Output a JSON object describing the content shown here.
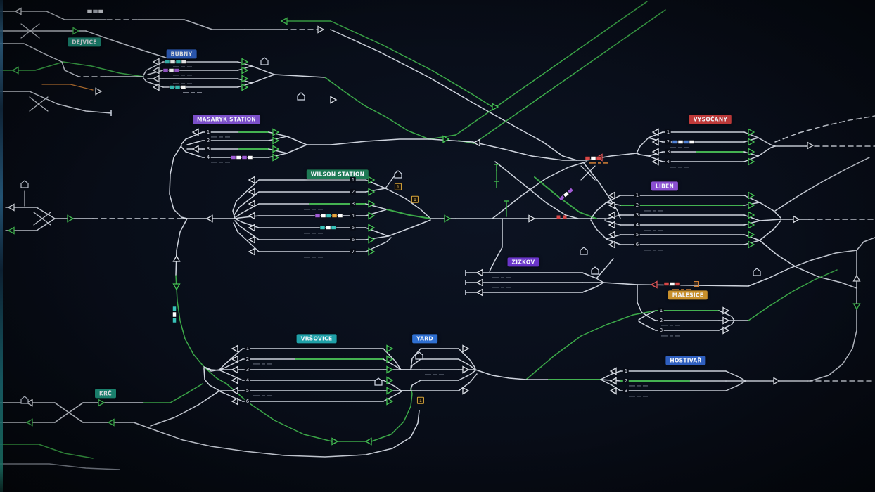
{
  "colors": {
    "background": "#070b15",
    "track": "#d9dee8",
    "route_active": "#3fb24c",
    "signal_green": "#46c455",
    "signal_white": "#dfe3ea",
    "signal_red": "#e05555",
    "label_text": "#f2f5fa"
  },
  "stations": [
    {
      "id": "dejvice",
      "name": "Dejvice",
      "color": "#1d8f7a",
      "platforms": []
    },
    {
      "id": "bubny",
      "name": "Bubny",
      "color": "#2f5fbf",
      "platforms": []
    },
    {
      "id": "masaryk",
      "name": "Masaryk Station",
      "color": "#7b4fc9",
      "platforms": [
        "1",
        "2",
        "3",
        "4"
      ]
    },
    {
      "id": "wilson",
      "name": "Wilson Station",
      "color": "#1e7a55",
      "platforms": [
        "1",
        "2",
        "3",
        "4",
        "5",
        "6",
        "7"
      ]
    },
    {
      "id": "vysocany",
      "name": "Vysočany",
      "color": "#c03a3a",
      "platforms": [
        "1",
        "2",
        "3",
        "4"
      ]
    },
    {
      "id": "liben",
      "name": "Libeň",
      "color": "#8a4fd0",
      "platforms": [
        "1",
        "2",
        "3",
        "4",
        "5",
        "6"
      ]
    },
    {
      "id": "zizkov",
      "name": "Žižkov",
      "color": "#6a35c9",
      "platforms": []
    },
    {
      "id": "malesice",
      "name": "Malešice",
      "color": "#c8902c",
      "platforms": [
        "1",
        "2",
        "3"
      ]
    },
    {
      "id": "vrsovice",
      "name": "Vršovice",
      "color": "#1fa0a8",
      "platforms": [
        "1",
        "2",
        "3",
        "4",
        "5",
        "6"
      ]
    },
    {
      "id": "yard",
      "name": "Yard",
      "color": "#2f6fd0",
      "platforms": []
    },
    {
      "id": "hostivar",
      "name": "Hostivař",
      "color": "#2f5fbf",
      "platforms": [
        "1",
        "2",
        "3"
      ]
    },
    {
      "id": "krc",
      "name": "Krč",
      "color": "#1d8f7a",
      "platforms": []
    }
  ],
  "badges": [
    "1",
    "1",
    "1"
  ],
  "trains": [
    {
      "livery": [
        "#e6ebf2",
        "#b9c0cc",
        "#e6ebf2"
      ]
    },
    {
      "livery": [
        "#38c2ba",
        "#ffffff",
        "#38c2ba",
        "#ffffff"
      ]
    },
    {
      "livery": [
        "#a05cd6",
        "#ffffff",
        "#a05cd6"
      ]
    },
    {
      "livery": [
        "#38c2ba",
        "#38c2ba",
        "#ffffff"
      ]
    },
    {
      "livery": [
        "#a05cd6",
        "#ffffff",
        "#a05cd6",
        "#ffffff"
      ]
    },
    {
      "livery": [
        "#a05cd6",
        "#ffffff",
        "#38c2ba",
        "#e8a33d",
        "#ffffff"
      ]
    },
    {
      "livery": [
        "#38c2ba",
        "#ffffff",
        "#38c2ba"
      ]
    },
    {
      "livery": [
        "#4f82d8",
        "#ffffff",
        "#4f82d8",
        "#ffffff"
      ]
    },
    {
      "livery": [
        "#d84848",
        "#ffffff",
        "#d84848"
      ]
    },
    {
      "livery": [
        "#a05cd6",
        "#ffffff",
        "#a05cd6"
      ]
    },
    {
      "livery": [
        "#d84848",
        "#ffffff",
        "#d84848"
      ]
    },
    {
      "livery": [
        "#38c2ba",
        "#ffffff",
        "#38c2ba"
      ]
    }
  ]
}
